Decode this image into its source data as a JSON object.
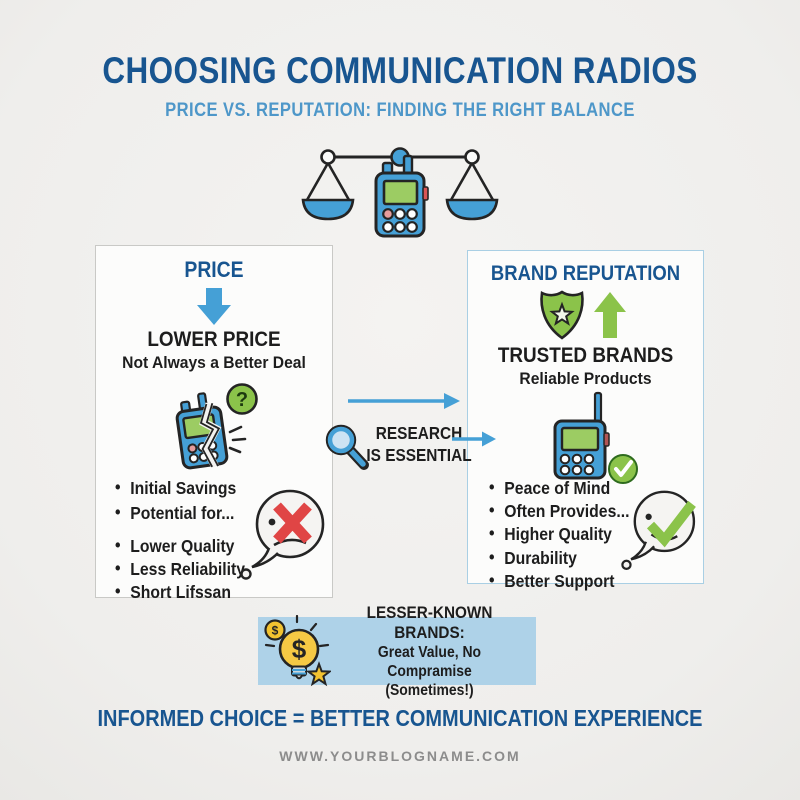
{
  "header": {
    "title": "CHOOSING COMMUNICATION RADIOS",
    "subtitle": "PRICE VS. REPUTATION: FINDING THE RIGHT BALANCE"
  },
  "price_box": {
    "title": "PRICE",
    "heading": "LOWER PRICE",
    "subheading": "Not Always a Better Deal",
    "bullets_primary": [
      "Initial Savings",
      "Potential for..."
    ],
    "bullets_secondary": [
      "Lower Quality",
      "Less Reliability",
      "Short Lifssan"
    ]
  },
  "reputation_box": {
    "title": "BRAND REPUTATION",
    "heading": "TRUSTED BRANDS",
    "subheading": "Reliable Products",
    "bullets": [
      "Peace of Mind",
      "Often Provides...",
      "Higher Quality",
      "Durability",
      "Better Support"
    ]
  },
  "center": {
    "research_line1": "RESEARCH",
    "research_line2": "IS ESSENTIAL"
  },
  "banner": {
    "title": "LESSER-KNOWN BRANDS:",
    "line1": "Great Value, No Compramise",
    "line2": "(Sometimes!)"
  },
  "footer": {
    "tagline": "INFORMED CHOICE = BETTER COMMUNICATION EXPERIENCE",
    "website": "WWW.YOURBLOGNAME.COM"
  },
  "glyphs": {
    "question": "?",
    "dollar_bulb": "$",
    "dollar_coin": "$"
  },
  "icons": [
    "balance-scale-with-radio-icon",
    "down-arrow-icon",
    "broken-radio-question-icon",
    "thought-bubble-x-icon",
    "shield-star-icon",
    "up-arrow-icon",
    "radio-check-icon",
    "thought-bubble-check-icon",
    "magnifier-icon",
    "right-arrow-icon",
    "lightbulb-dollar-icon"
  ],
  "colors": {
    "title_blue": "#185590",
    "subtitle_blue": "#4e97c9",
    "arrow_blue": "#45a0d6",
    "green": "#8bc34a",
    "screen_green": "#9ccc63",
    "red": "#e04545",
    "yellow": "#f6c944",
    "banner_bg": "#aed2e8",
    "background": "#f1f0ee",
    "box_border_gray": "#c9c9c6",
    "box_border_blue": "#a9cfe4",
    "website_gray": "#8c8c8c"
  }
}
